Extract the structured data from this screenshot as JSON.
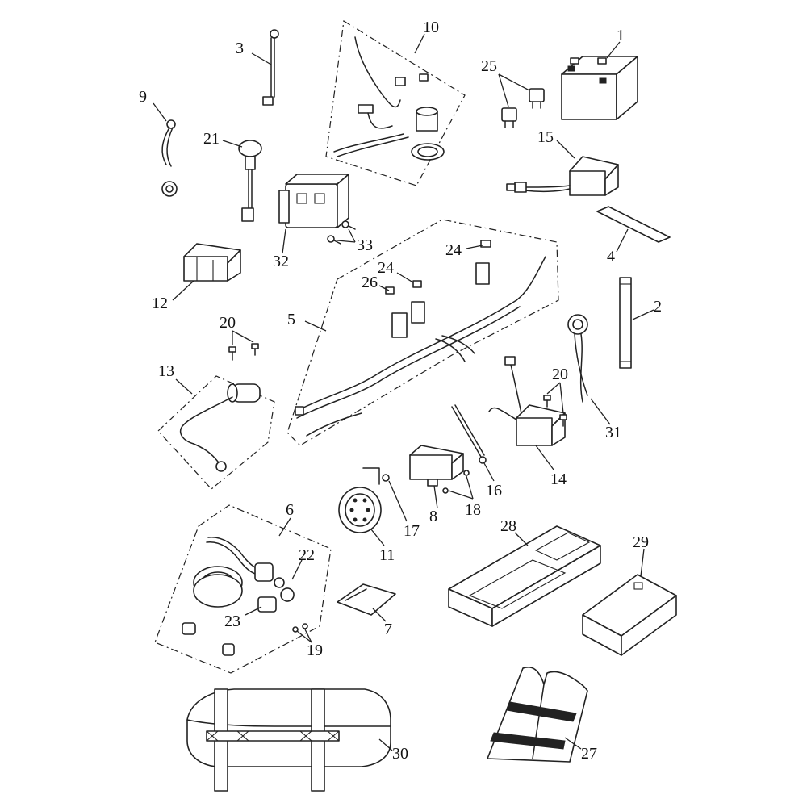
{
  "callouts": {
    "c1": "1",
    "c2": "2",
    "c3": "3",
    "c4": "4",
    "c5": "5",
    "c6": "6",
    "c7": "7",
    "c8": "8",
    "c9": "9",
    "c10": "10",
    "c11": "11",
    "c12": "12",
    "c13": "13",
    "c14": "14",
    "c15": "15",
    "c16": "16",
    "c17": "17",
    "c18": "18",
    "c19": "19",
    "c20a": "20",
    "c20b": "20",
    "c21": "21",
    "c22": "22",
    "c23": "23",
    "c24a": "24",
    "c24b": "24",
    "c25": "25",
    "c26": "26",
    "c27": "27",
    "c28": "28",
    "c29": "29",
    "c30": "30",
    "c31": "31",
    "c32": "32",
    "c33": "33"
  }
}
